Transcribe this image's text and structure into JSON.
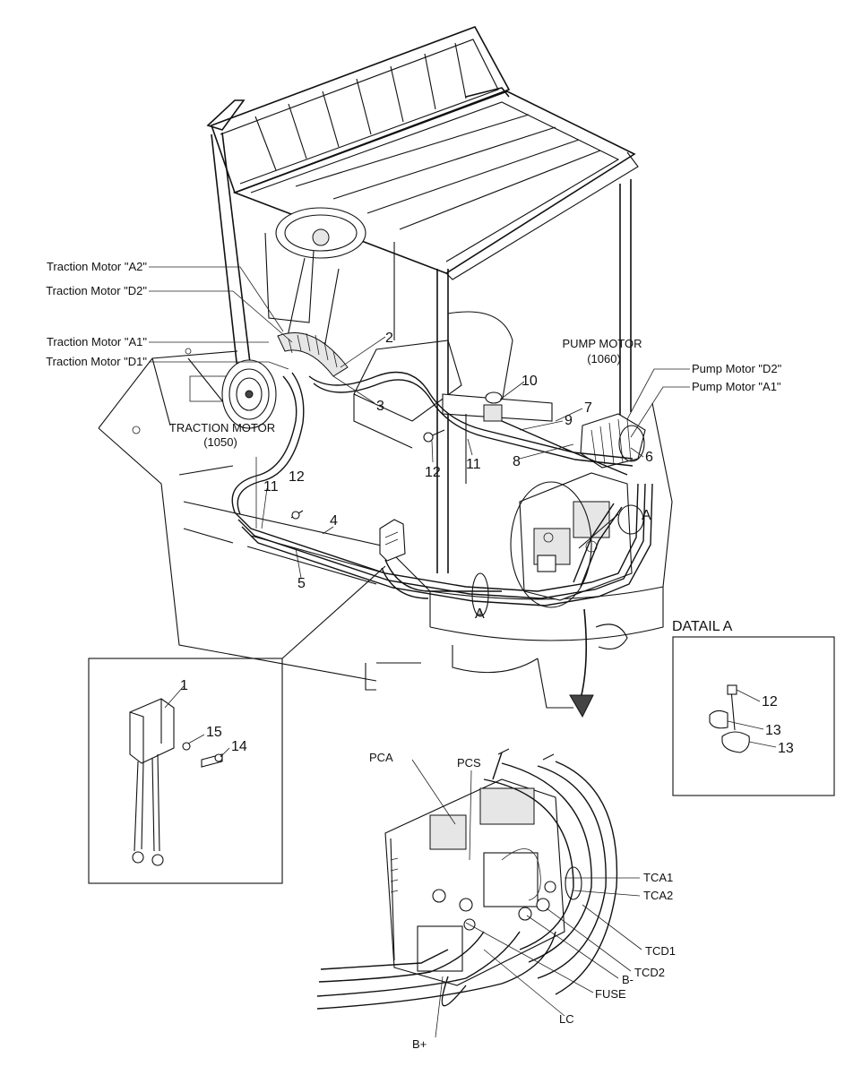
{
  "labels": {
    "traction_a2": "Traction Motor \"A2\"",
    "traction_d2": "Traction Motor \"D2\"",
    "traction_a1": "Traction Motor \"A1\"",
    "traction_d1": "Traction Motor \"D1\"",
    "traction_motor": "TRACTION MOTOR",
    "traction_motor_code": "(1050)",
    "pump_motor": "PUMP MOTOR",
    "pump_motor_code": "(1060)",
    "pump_d2": "Pump Motor \"D2\"",
    "pump_a1": "Pump Motor \"A1\"",
    "detail_title": "DATAIL A",
    "detail_marker": "A",
    "tca1": "TCA1",
    "tca2": "TCA2",
    "tcd1": "TCD1",
    "tcd2": "TCD2",
    "b_minus": "B-",
    "fuse": "FUSE",
    "lc": "LC",
    "b_plus": "B+",
    "pca": "PCA",
    "pcs": "PCS"
  },
  "callouts": {
    "n1": "1",
    "n2": "2",
    "n3": "3",
    "n4": "4",
    "n5": "5",
    "n6": "6",
    "n7": "7",
    "n8": "8",
    "n9": "9",
    "n10": "10",
    "n11": "11",
    "n12": "12",
    "n13": "13",
    "n14": "14",
    "n15": "15"
  }
}
